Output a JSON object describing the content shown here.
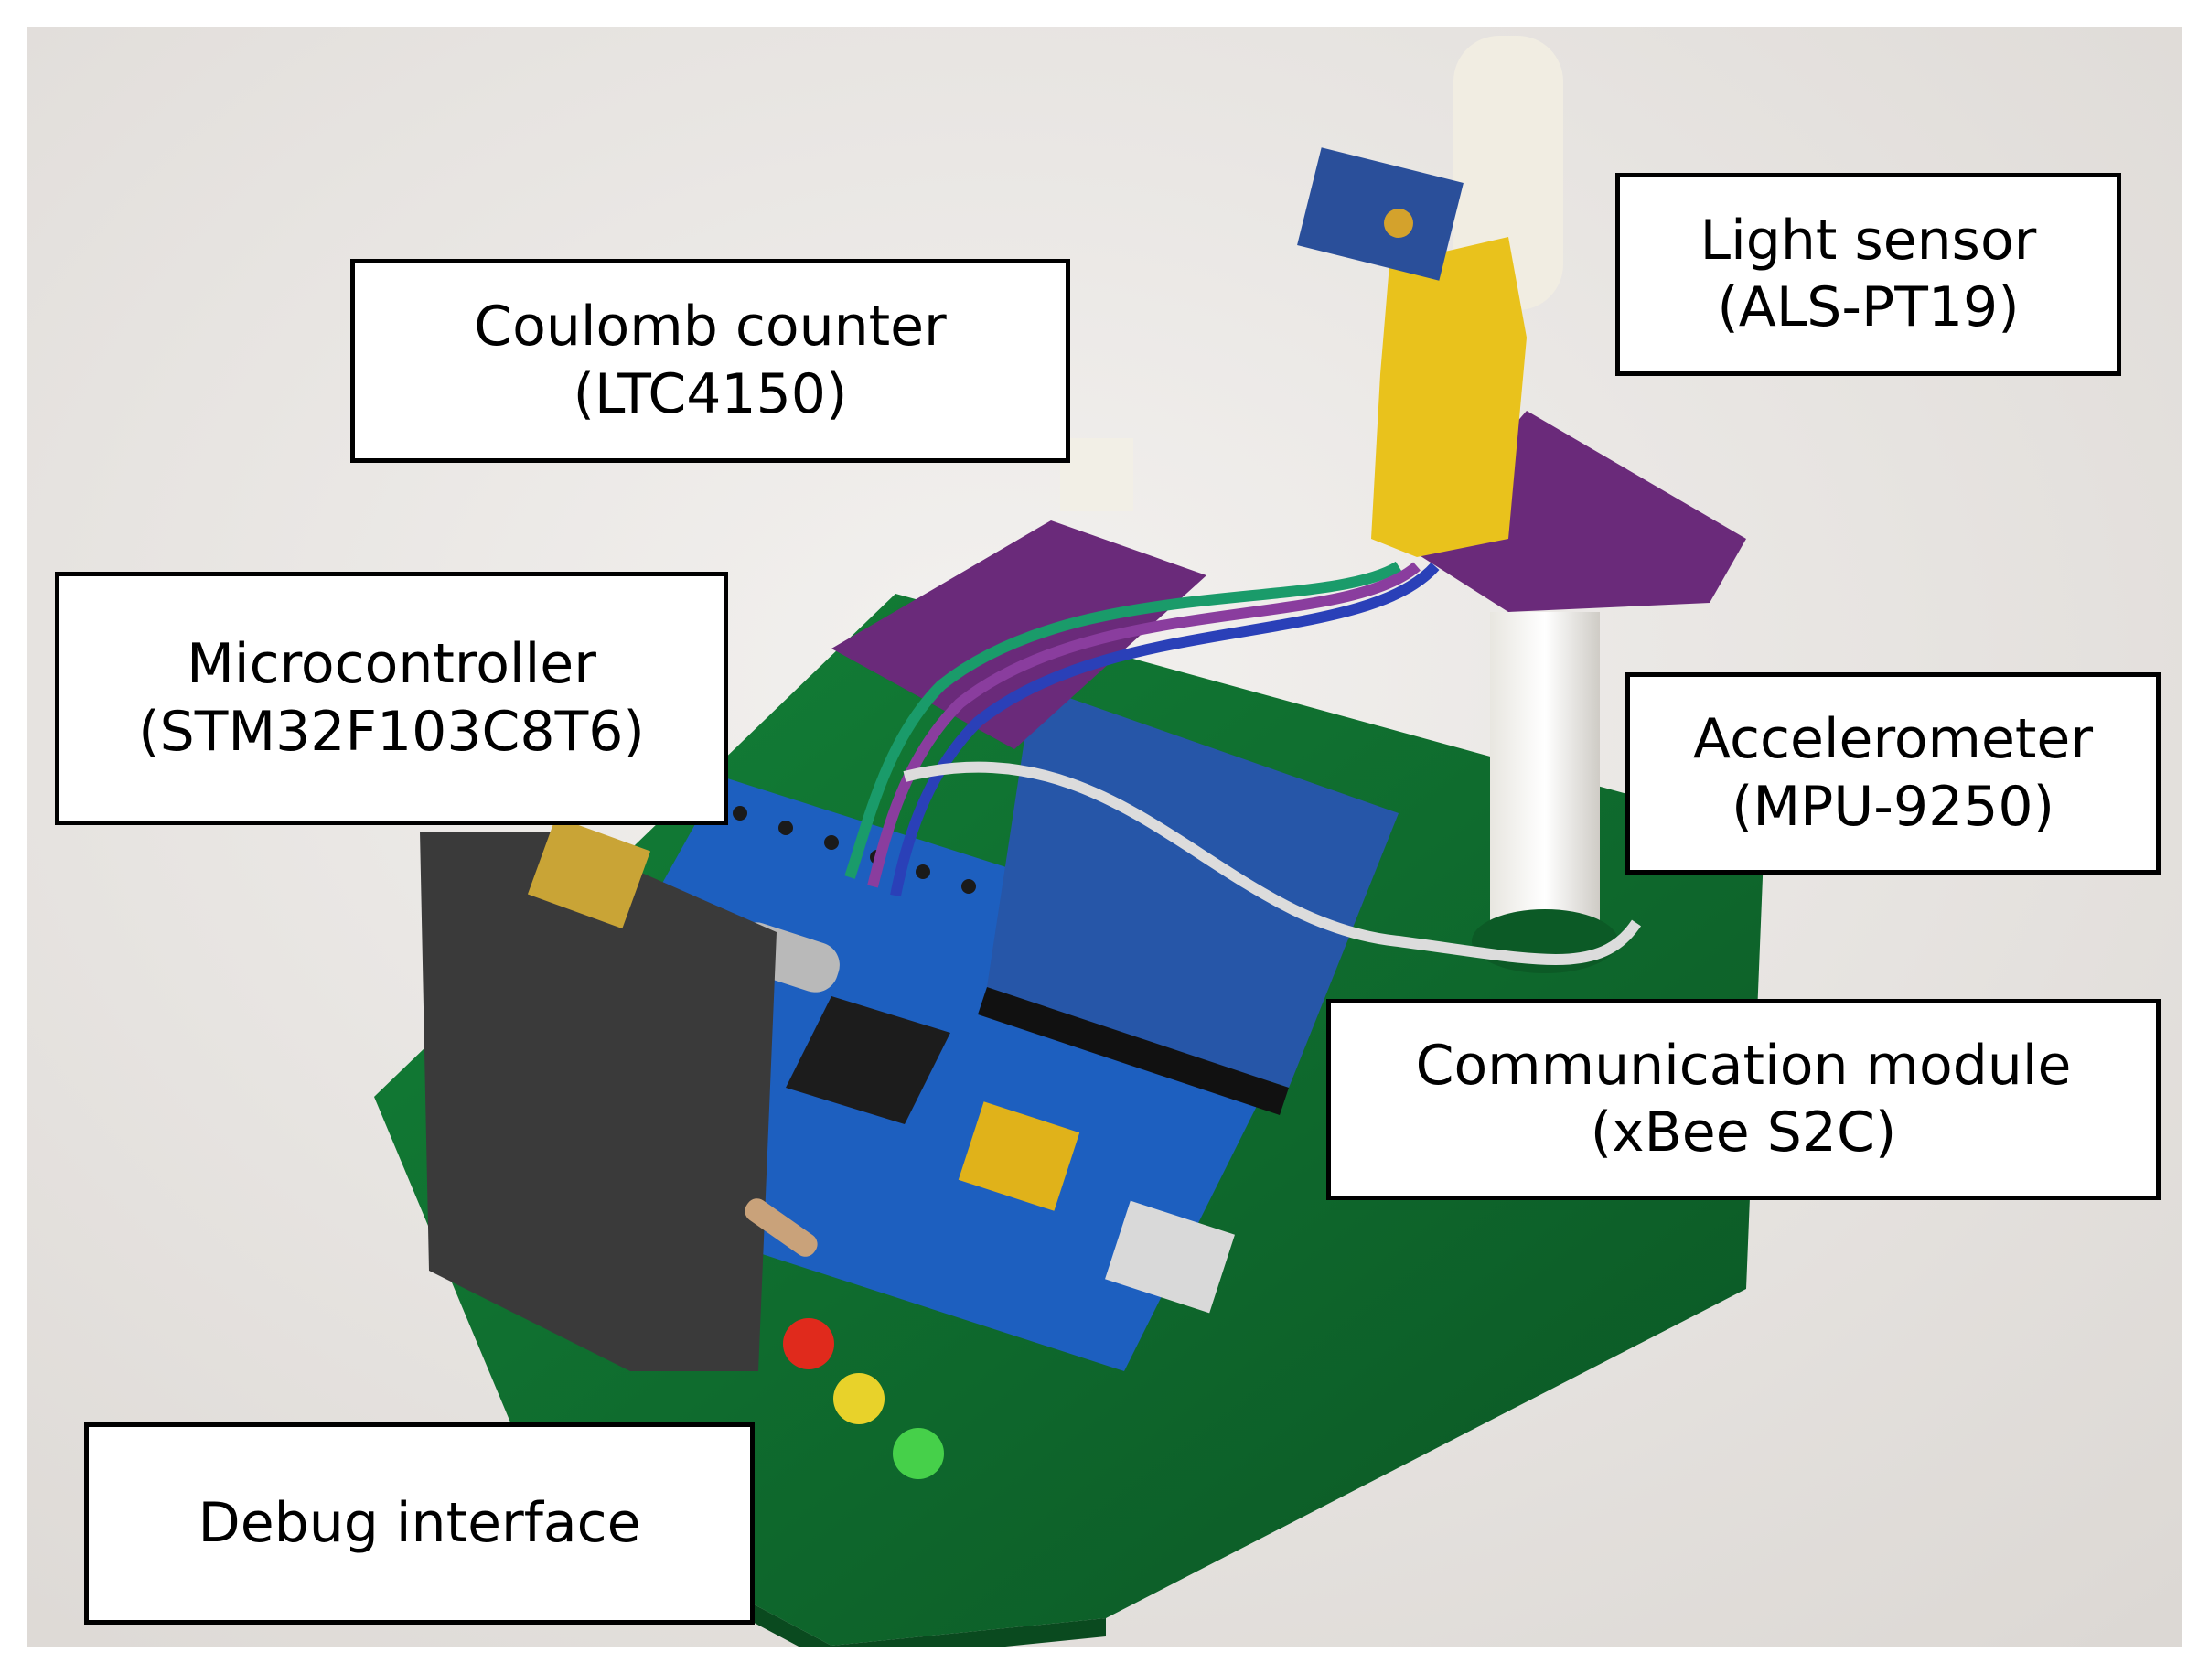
{
  "photo": {
    "description_icon": "circuit-board-photo",
    "colors": {
      "background": "#ece9e6",
      "pcb_green": "#0f6a2e",
      "stm32_blue": "#1d5fbf",
      "xbee_blue": "#2656a8",
      "sensor_purple": "#6a2a7a",
      "label_border": "#000000"
    }
  },
  "labels": {
    "light_sensor": {
      "line1": "Light sensor",
      "line2": "(ALS-PT19)"
    },
    "coulomb_counter": {
      "line1": "Coulomb counter",
      "line2": "(LTC4150)"
    },
    "microcontroller": {
      "line1": "Microcontroller",
      "line2": "(STM32F103C8T6)"
    },
    "accelerometer": {
      "line1": "Accelerometer",
      "line2": "(MPU-9250)"
    },
    "communication_module": {
      "line1": "Communication module",
      "line2": "(xBee S2C)"
    },
    "debug_interface": {
      "line1": "Debug interface"
    }
  }
}
